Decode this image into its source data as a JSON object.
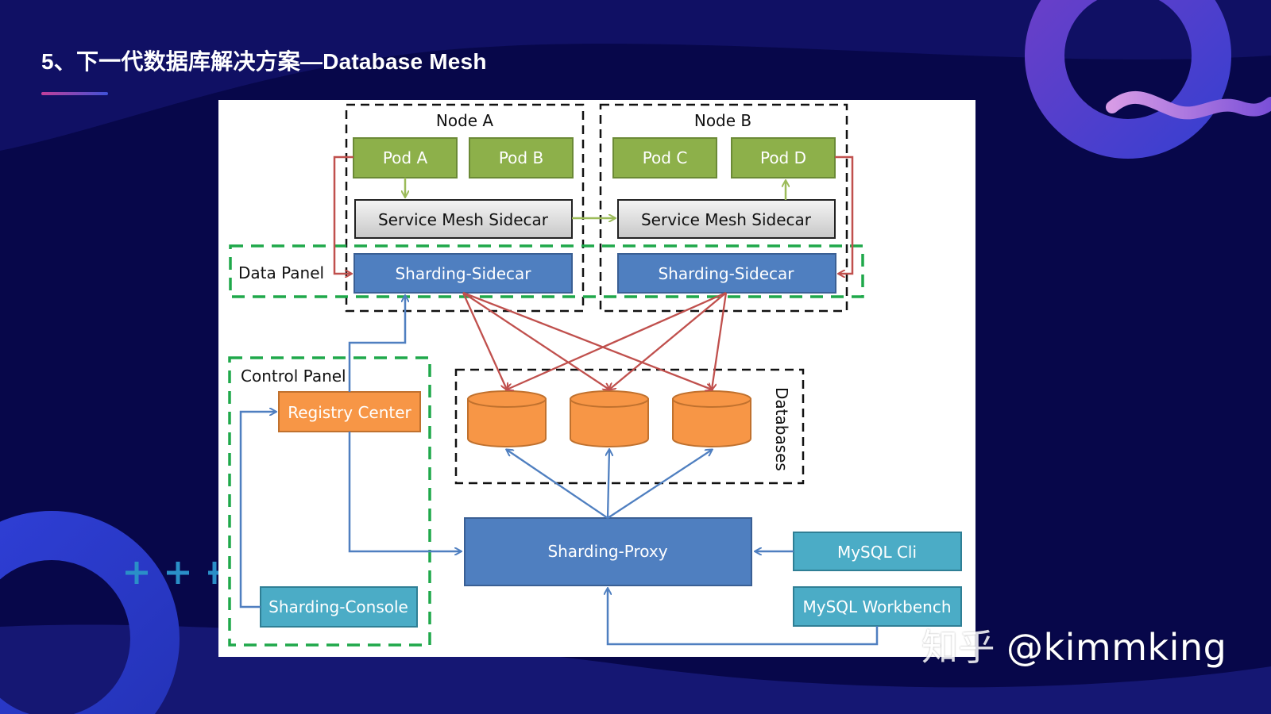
{
  "slide": {
    "title": "5、下一代数据库解决方案—Database Mesh",
    "watermark_site": "知乎",
    "watermark_handle": "@kimmking"
  },
  "diagram": {
    "node_a": {
      "label": "Node A",
      "pods": [
        "Pod A",
        "Pod B"
      ],
      "service_mesh_sidecar": "Service Mesh Sidecar",
      "sharding_sidecar": "Sharding-Sidecar"
    },
    "node_b": {
      "label": "Node B",
      "pods": [
        "Pod C",
        "Pod D"
      ],
      "service_mesh_sidecar": "Service Mesh Sidecar",
      "sharding_sidecar": "Sharding-Sidecar"
    },
    "data_panel_label": "Data Panel",
    "control_panel": {
      "label": "Control Panel",
      "registry_center": "Registry Center",
      "sharding_console": "Sharding-Console"
    },
    "databases_label": "Databases",
    "database_count": 3,
    "sharding_proxy": "Sharding-Proxy",
    "clients": [
      "MySQL Cli",
      "MySQL Workbench"
    ]
  },
  "colors": {
    "background": "#07074a",
    "pod_green": "#8db04a",
    "sidecar_blue": "#4f7fc0",
    "registry_orange": "#f79646",
    "client_teal": "#4bacc6",
    "red_arrow": "#c0504d",
    "blue_arrow": "#4f7fc0",
    "green_dash": "#1fa84a"
  }
}
